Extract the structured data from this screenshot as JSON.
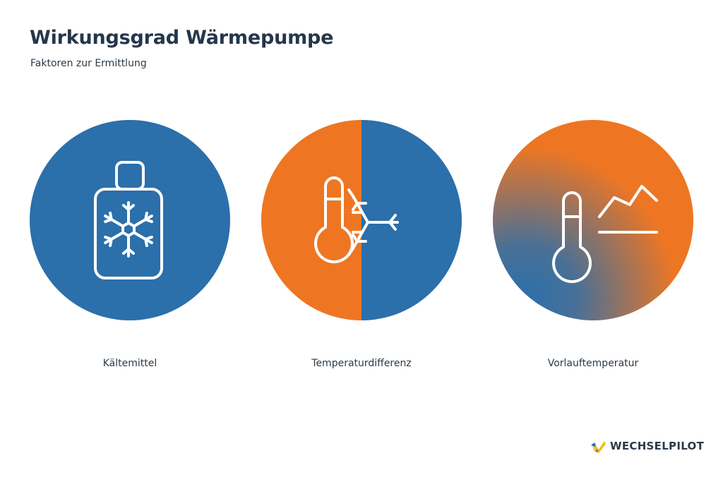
{
  "header": {
    "title": "Wirkungsgrad Wärmepumpe",
    "subtitle": "Faktoren zur Ermittlung"
  },
  "factors": [
    {
      "label": "Kältemittel",
      "icon": "refrigerant-bottle-snowflake-icon",
      "background": "#2b6fab"
    },
    {
      "label": "Temperaturdifferenz",
      "icon": "thermometer-snowflake-icon",
      "background_left": "#ee7623",
      "background_right": "#2b6fab"
    },
    {
      "label": "Vorlauftemperatur",
      "icon": "thermometer-chart-icon",
      "background_from": "#2b6fab",
      "background_to": "#ee7623"
    }
  ],
  "brand": {
    "name": "WECHSELPILOT",
    "logo_colors": [
      "#2b6fab",
      "#f5b915"
    ]
  },
  "colors": {
    "blue": "#2b6fab",
    "orange": "#ee7623",
    "text": "#24374a"
  }
}
